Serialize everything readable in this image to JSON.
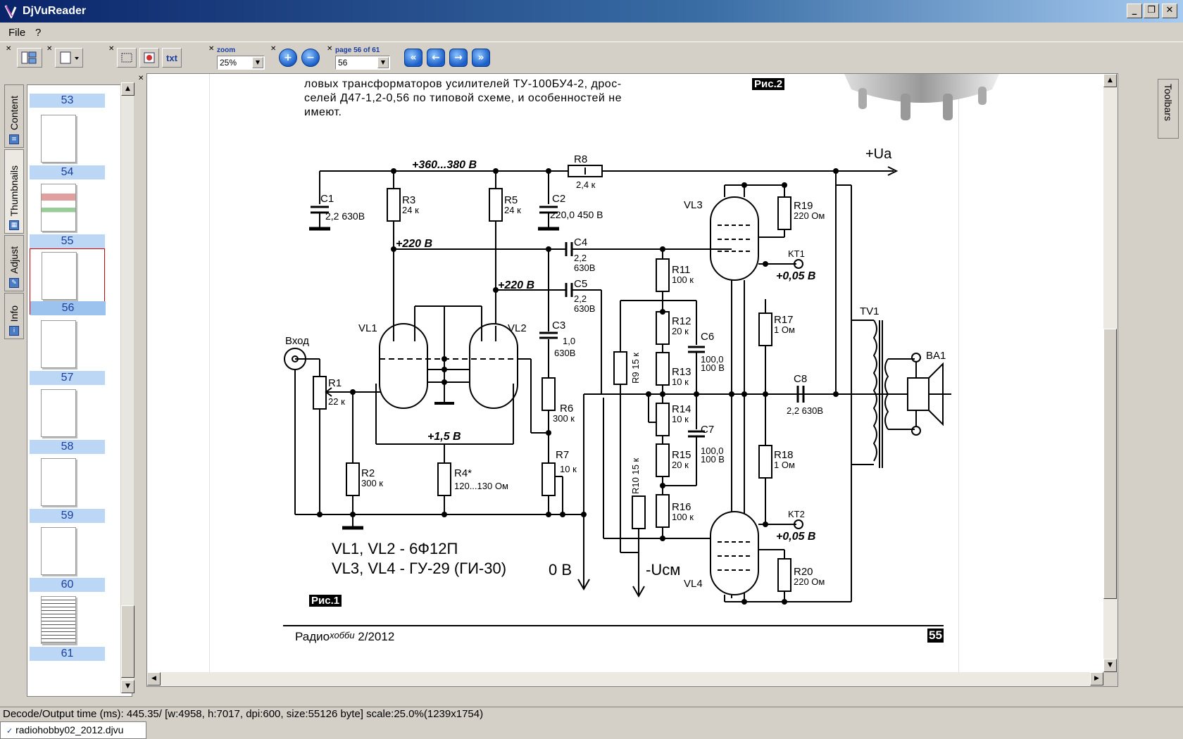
{
  "window": {
    "title": "DjVuReader"
  },
  "menu": {
    "file": "File",
    "help": "?"
  },
  "toolbar": {
    "zoom_label": "zoom",
    "zoom_value": "25%",
    "page_label": "page 56 of 61",
    "page_value": "56",
    "text_button": "txt"
  },
  "sidebar": {
    "tabs": [
      "Content",
      "Thumbnails",
      "Adjust",
      "Info"
    ],
    "thumbnails": [
      "53",
      "54",
      "55",
      "56",
      "57",
      "58",
      "59",
      "60",
      "61"
    ],
    "selected": "56"
  },
  "toolbars_tab": "Toolbars",
  "document": {
    "text_lines": [
      "ловых трансформаторов усилителей ТУ-100БУ4-2, дрос-",
      "селей Д47-1,2-0,56 по типовой схеме, и особенностей не",
      "имеют."
    ],
    "fig2_label": "Рис.2",
    "fig1_label": "Рис.1",
    "footer_left": "Радио",
    "footer_italic": "хобби",
    "footer_issue": "2/2012",
    "footer_page": "55",
    "schematic": {
      "ua": "+Ua",
      "v360": "+360...380 В",
      "v220a": "+220 В",
      "v220b": "+220 В",
      "v15": "+1,5 В",
      "v005a": "+0,05 В",
      "v005b": "+0,05 В",
      "zero": "0 В",
      "ucm": "-Uсм",
      "input": "Вход",
      "tubes1": "VL1, VL2 - 6Ф12П",
      "tubes2": "VL3, VL4 - ГУ-29 (ГИ-30)",
      "r8": "R8",
      "r8v": "2,4 к",
      "r3": "R3",
      "r3v": "24 к",
      "r5": "R5",
      "r5v": "24 к",
      "c1": "C1",
      "c1v": "2,2  630В",
      "c2": "C2",
      "c2v": "220,0   450 В",
      "c4": "C4",
      "c4v1": "2,2",
      "c4v2": "630В",
      "c5": "C5",
      "c5v1": "2,2",
      "c5v2": "630В",
      "c3": "C3",
      "c3v1": "1,0",
      "c3v2": "630В",
      "r6": "R6",
      "r6v": "300 к",
      "r7": "R7",
      "r7v": "10 к",
      "r1": "R1",
      "r1v": "22 к",
      "r2": "R2",
      "r2v": "300 к",
      "r4": "R4*",
      "r4v": "120...130 Ом",
      "r9": "R9 15 к",
      "r10": "R10 15 к",
      "r11": "R11",
      "r11v": "100 к",
      "r12": "R12",
      "r12v": "20 к",
      "r13": "R13",
      "r13v": "10 к",
      "r14": "R14",
      "r14v": "10 к",
      "r15": "R15",
      "r15v": "20 к",
      "r16": "R16",
      "r16v": "100 к",
      "c6": "C6",
      "c6v1": "100,0",
      "c6v2": "100 В",
      "c7": "C7",
      "c7v1": "100,0",
      "c7v2": "100 В",
      "r17": "R17",
      "r17v": "1 Ом",
      "r18": "R18",
      "r18v": "1 Ом",
      "r19": "R19",
      "r19v": "220  Ом",
      "r20": "R20",
      "r20v": "220  Ом",
      "c8": "C8",
      "c8v": "2,2 630В",
      "vl1": "VL1",
      "vl2": "VL2",
      "vl3": "VL3",
      "vl4": "VL4",
      "kt1": "KT1",
      "kt2": "KT2",
      "tv1": "TV1",
      "ba1": "BA1"
    }
  },
  "status": {
    "decode": "Decode/Output time (ms): 445.35/ [w:4958, h:7017, dpi:600, size:55126 byte] scale:25.0%(1239x1754)",
    "file": "radiohobby02_2012.djvu"
  }
}
